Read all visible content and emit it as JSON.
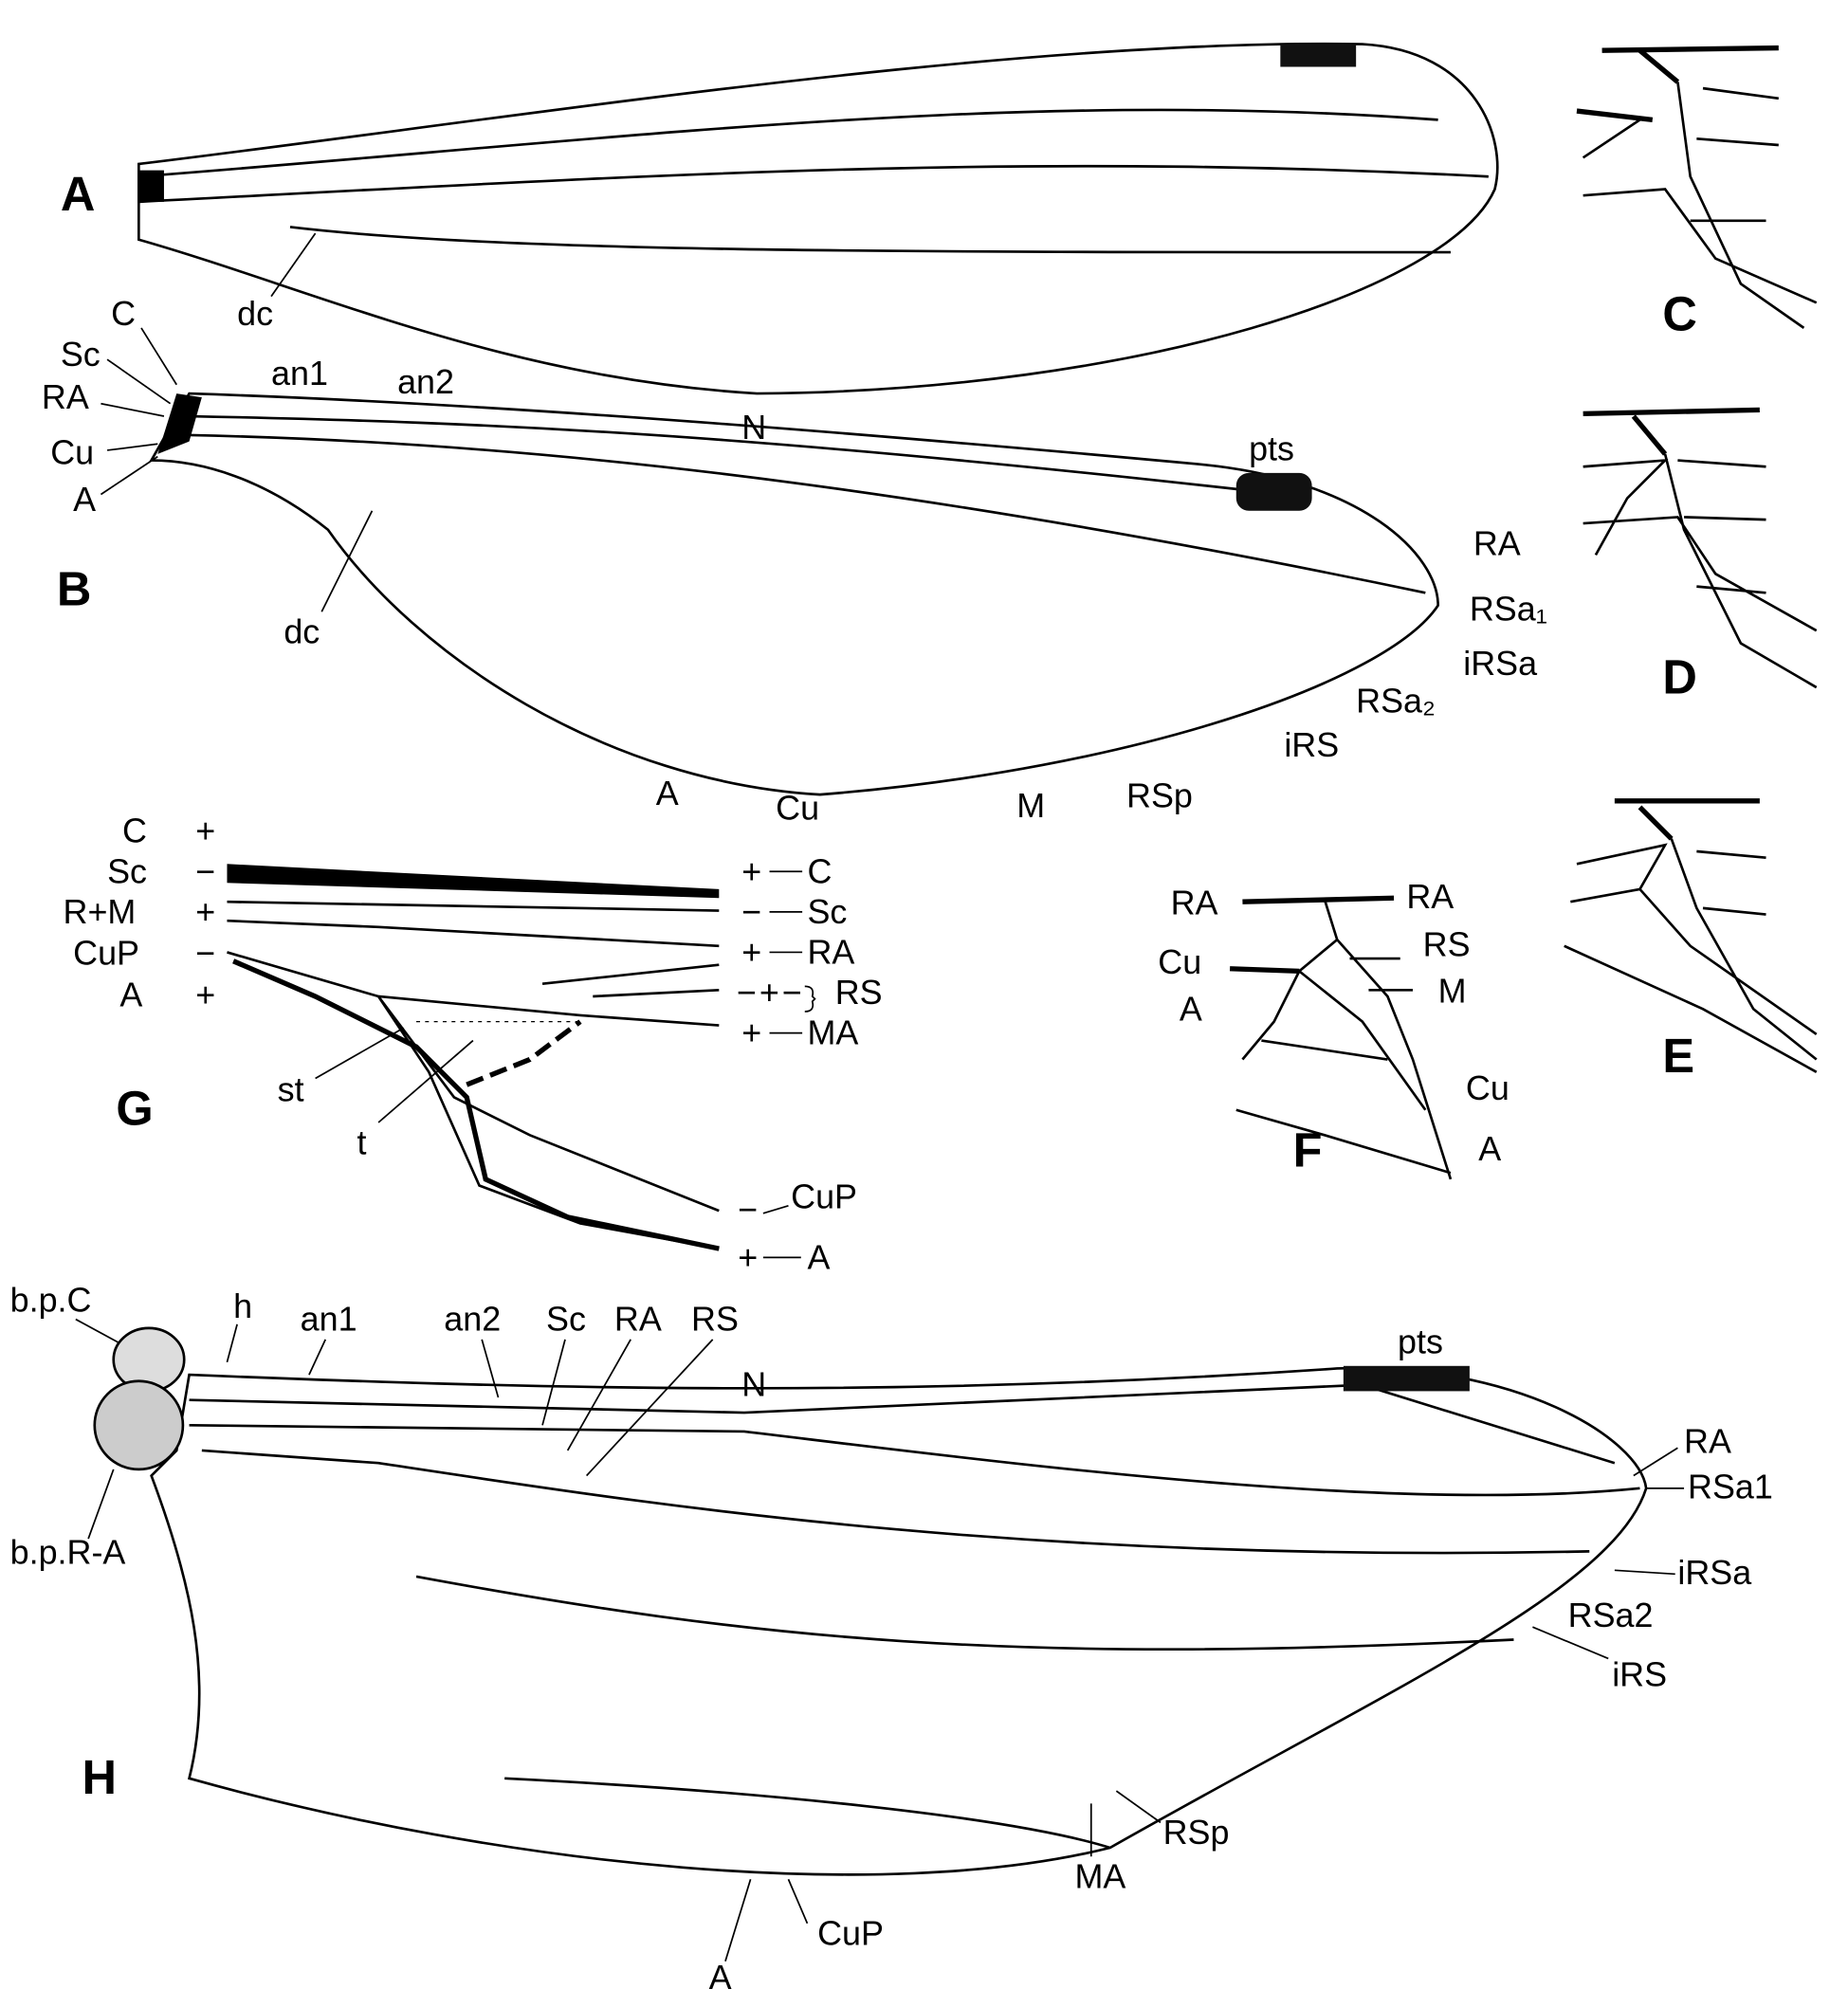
{
  "panels": {
    "A": "A",
    "B": "B",
    "C": "C",
    "D": "D",
    "E": "E",
    "F": "F",
    "G": "G",
    "H": "H"
  },
  "panel_a": {
    "dc": "dc"
  },
  "panel_b": {
    "C": "C",
    "Sc": "Sc",
    "RA": "RA",
    "Cu": "Cu",
    "A": "A",
    "an1": "an1",
    "an2": "an2",
    "N": "N",
    "pts": "pts",
    "dc": "dc",
    "RA_tip": "RA",
    "RSa1": "RSa₁",
    "iRSa": "iRSa",
    "RSa2": "RSa₂",
    "iRS": "iRS",
    "RSp": "RSp",
    "M": "M",
    "Cu_bottom": "Cu",
    "A_bottom": "A"
  },
  "panel_f": {
    "RA_left": "RA",
    "RA_right": "RA",
    "RS": "RS",
    "Cu_left": "Cu",
    "M": "M",
    "A_left": "A",
    "Cu_right": "Cu",
    "A_right": "A"
  },
  "panel_g": {
    "C": "C",
    "Sc": "Sc",
    "RM": "R+M",
    "CuP": "CuP",
    "A": "A",
    "st": "st",
    "t": "t",
    "C_r": "C",
    "Sc_r": "Sc",
    "RA_r": "RA",
    "RS_r": "RS",
    "MA_r": "MA",
    "CuP_r": "CuP",
    "A_r": "A",
    "signs_left": [
      "+",
      "−",
      "+",
      "−",
      "+"
    ],
    "signs_right": [
      "+",
      "−",
      "+",
      "−",
      "+",
      "−",
      "+",
      "−",
      "+"
    ]
  },
  "panel_h": {
    "bpC": "b.p.C",
    "h": "h",
    "an1": "an1",
    "an2": "an2",
    "Sc": "Sc",
    "RA": "RA",
    "RS": "RS",
    "N": "N",
    "pts": "pts",
    "bpRA": "b.p.R-A",
    "RA_tip": "RA",
    "RSa1": "RSa1",
    "iRSa": "iRSa",
    "RSa2": "RSa2",
    "iRS": "iRS",
    "RSp": "RSp",
    "MA": "MA",
    "CuP": "CuP",
    "A": "A"
  }
}
